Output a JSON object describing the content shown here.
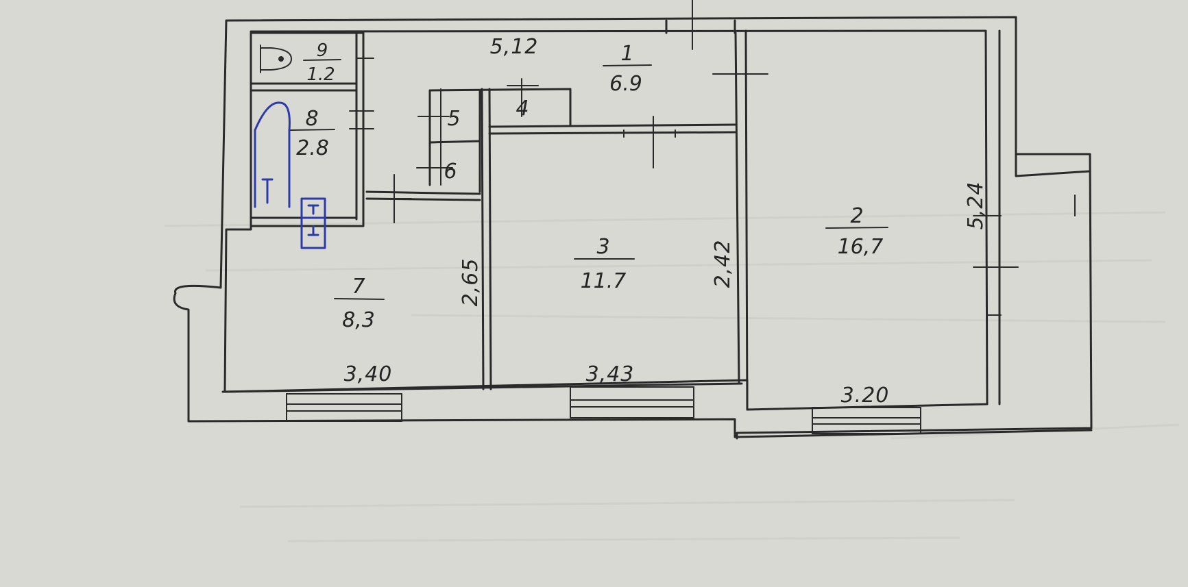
{
  "plan": {
    "colors": {
      "paper": "#d9d9d3",
      "ink": "#2a2a2a",
      "fixture": "#2b3aa8"
    },
    "rooms": [
      {
        "id": "1",
        "number": "1",
        "area": "6.9"
      },
      {
        "id": "2",
        "number": "2",
        "area": "16,7"
      },
      {
        "id": "3",
        "number": "3",
        "area": "11.7"
      },
      {
        "id": "4",
        "number": "4",
        "area": ""
      },
      {
        "id": "5",
        "number": "5",
        "area": ""
      },
      {
        "id": "6",
        "number": "6",
        "area": ""
      },
      {
        "id": "7",
        "number": "7",
        "area": "8,3"
      },
      {
        "id": "8",
        "number": "8",
        "area": "2.8"
      },
      {
        "id": "9",
        "number": "9",
        "area": "1.2"
      }
    ],
    "dimensions": {
      "corridor_length": "5,12",
      "room7_width": "3,40",
      "room3_width": "3,43",
      "room2_width": "3.20",
      "room7_depth": "2,65",
      "room3_depth": "2,42",
      "room2_depth": "5,24"
    },
    "fixtures": [
      "toilet-icon",
      "bathtub-icon",
      "sink-icon"
    ]
  }
}
